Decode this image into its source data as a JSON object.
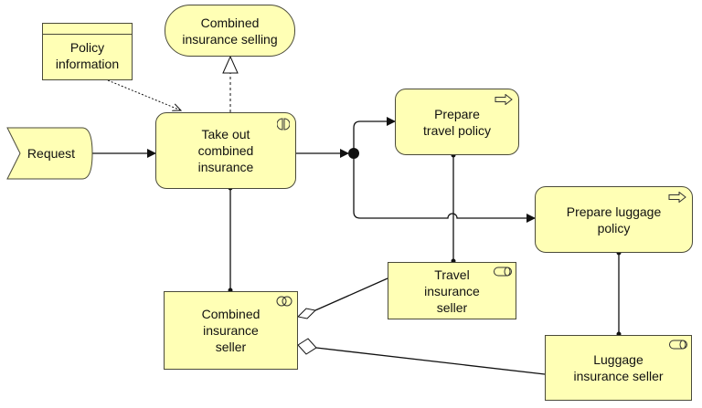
{
  "diagram": {
    "nodes": {
      "combined_selling": "Combined\ninsurance selling",
      "policy_information": "Policy\ninformation",
      "request": "Request",
      "take_out": "Take out\ncombined\ninsurance",
      "prepare_travel": "Prepare\ntravel policy",
      "prepare_luggage": "Prepare luggage\npolicy",
      "travel_seller": "Travel\ninsurance\nseller",
      "combined_seller": "Combined\ninsurance\nseller",
      "luggage_seller": "Luggage\ninsurance seller"
    },
    "colors": {
      "fill": "#ffffb5",
      "stroke": "#4a4a3a",
      "line": "#222222"
    },
    "icons": {
      "process": "process-arrow-icon",
      "interaction": "interaction-icon",
      "role": "role-icon",
      "collaboration": "collaboration-icon"
    }
  }
}
